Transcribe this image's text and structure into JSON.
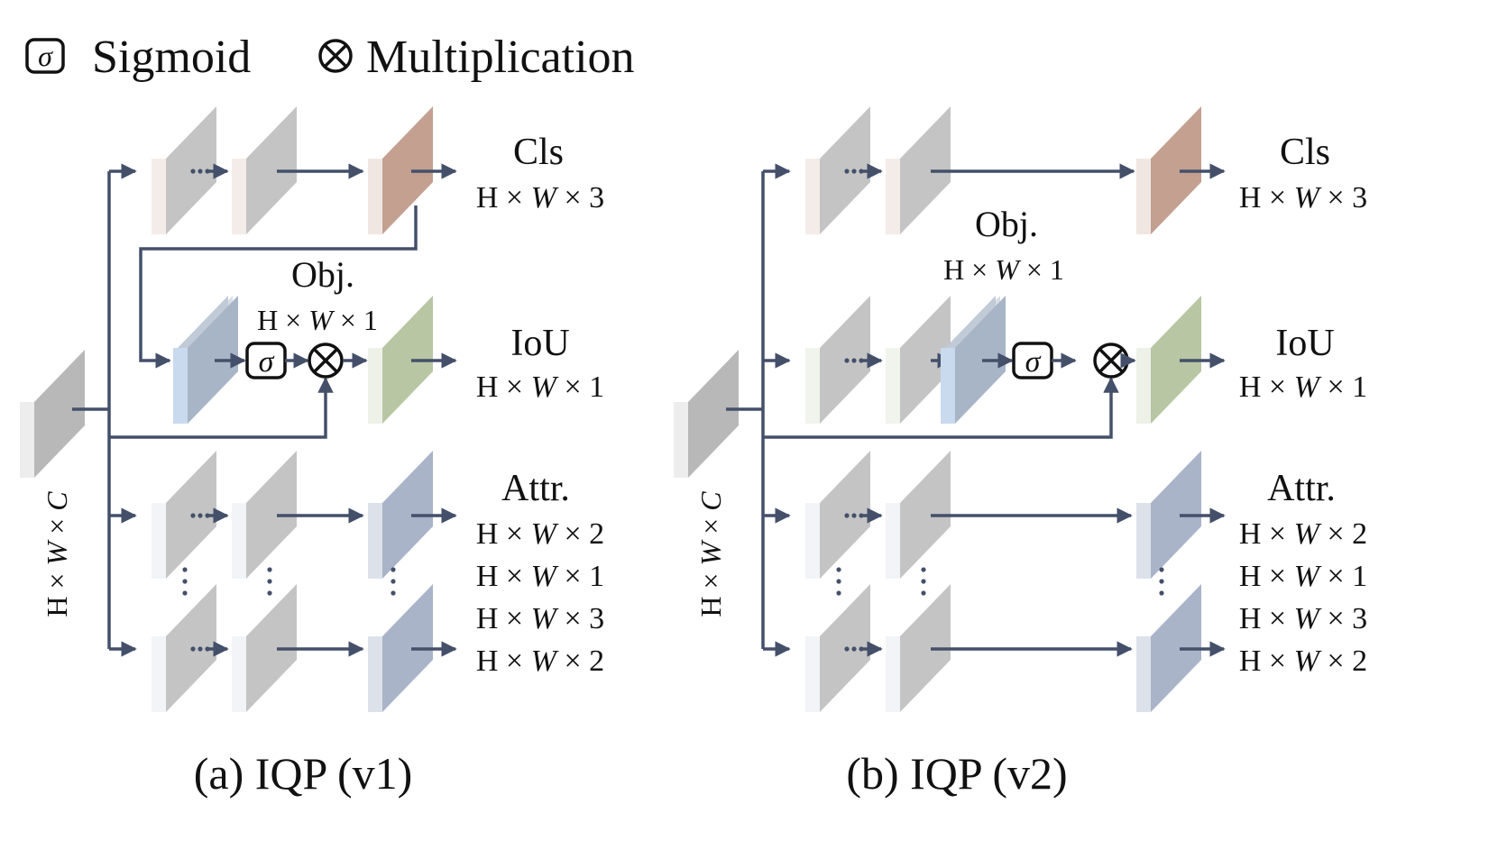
{
  "legend": {
    "sigmoid_symbol": "σ",
    "sigmoid_label": "Sigmoid",
    "mult_label": "Multiplication"
  },
  "panels": [
    {
      "caption": "(a) IQP (v1)",
      "input_dim": [
        "H × ",
        "W",
        " × ",
        "C"
      ],
      "heads": {
        "cls": {
          "name": "Cls",
          "dim": [
            "H × ",
            "W",
            " × 3"
          ]
        },
        "obj": {
          "name": "Obj.",
          "dim": [
            "H × ",
            "W",
            " × 1"
          ]
        },
        "iou": {
          "name": "IoU",
          "dim": [
            "H × ",
            "W",
            " × 1"
          ]
        },
        "attr": {
          "name": "Attr.",
          "dims": [
            [
              "H × ",
              "W",
              " × 2"
            ],
            [
              "H × ",
              "W",
              " × 1"
            ],
            [
              "H × ",
              "W",
              " × 3"
            ],
            [
              "H × ",
              "W",
              " × 2"
            ]
          ]
        }
      }
    },
    {
      "caption": "(b) IQP (v2)",
      "input_dim": [
        "H × ",
        "W",
        " × ",
        "C"
      ],
      "heads": {
        "cls": {
          "name": "Cls",
          "dim": [
            "H × ",
            "W",
            " × 3"
          ]
        },
        "obj": {
          "name": "Obj.",
          "dim": [
            "H × ",
            "W",
            " × 1"
          ]
        },
        "iou": {
          "name": "IoU",
          "dim": [
            "H × ",
            "W",
            " × 1"
          ]
        },
        "attr": {
          "name": "Attr.",
          "dims": [
            [
              "H × ",
              "W",
              " × 2"
            ],
            [
              "H × ",
              "W",
              " × 1"
            ],
            [
              "H × ",
              "W",
              " × 3"
            ],
            [
              "H × ",
              "W",
              " × 2"
            ]
          ]
        }
      }
    }
  ],
  "colors": {
    "line": "#44506a",
    "input_block": "#b8b8b8",
    "cls_block": "#c3a090",
    "iou_block": "#b8c6a4",
    "attr_block": "#a9b4c8",
    "obj_block": "#a7b5c6",
    "neutral_block": "#c4c4c4"
  }
}
